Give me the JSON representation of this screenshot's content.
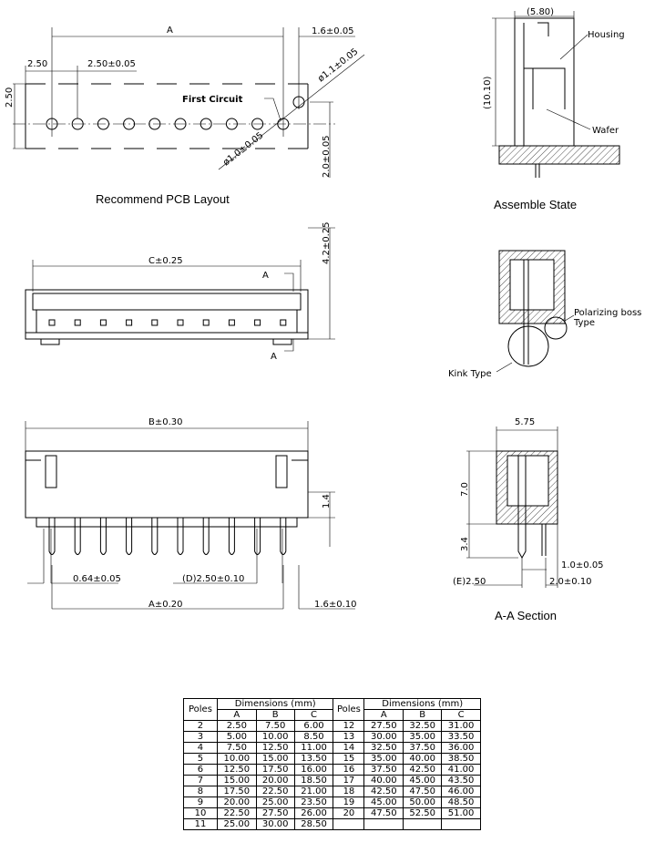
{
  "pcb_layout": {
    "title": "Recommend PCB Layout",
    "dim_a": "A",
    "dim_offset": "1.6±0.05",
    "dim_first_pitch": "2.50",
    "dim_pitch": "2.50±0.05",
    "dim_height": "2.50",
    "dim_row_offset": "2.0±0.05",
    "hole_dia": "ø1.0±0.05",
    "boss_hole_dia": "ø1.1±0.05",
    "first_circuit": "First Circuit"
  },
  "assemble_state": {
    "title": "Assemble State",
    "width": "(5.80)",
    "height": "(10.10)",
    "housing": "Housing",
    "wafer": "Wafer"
  },
  "front_view": {
    "dim_c": "C±0.25",
    "dim_height": "4.2±0.25",
    "section_mark_top": "A",
    "section_mark_bottom": "A"
  },
  "side_detail": {
    "polarizing_line1": "Polarizing boss",
    "polarizing_line2": "Type",
    "kink": "Kink Type"
  },
  "bottom_view": {
    "dim_b": "B±0.30",
    "dim_1_4": "1.4",
    "pin_width": "0.64±0.05",
    "pitch": "(D)2.50±0.10",
    "dim_a": "A±0.20",
    "offset": "1.6±0.10"
  },
  "section_view": {
    "title": "A-A Section",
    "width": "5.75",
    "height": "7.0",
    "pin_length": "3.4",
    "dim_1_0": "1.0±0.05",
    "dim_e": "(E)2.50",
    "dim_2_0": "2.0±0.10"
  },
  "table": {
    "poles_header": "Poles",
    "dimensions_header": "Dimensions  (mm)",
    "col_a": "A",
    "col_b": "B",
    "col_c": "C",
    "left_rows": [
      [
        "2",
        "2.50",
        "7.50",
        "6.00"
      ],
      [
        "3",
        "5.00",
        "10.00",
        "8.50"
      ],
      [
        "4",
        "7.50",
        "12.50",
        "11.00"
      ],
      [
        "5",
        "10.00",
        "15.00",
        "13.50"
      ],
      [
        "6",
        "12.50",
        "17.50",
        "16.00"
      ],
      [
        "7",
        "15.00",
        "20.00",
        "18.50"
      ],
      [
        "8",
        "17.50",
        "22.50",
        "21.00"
      ],
      [
        "9",
        "20.00",
        "25.00",
        "23.50"
      ],
      [
        "10",
        "22.50",
        "27.50",
        "26.00"
      ],
      [
        "11",
        "25.00",
        "30.00",
        "28.50"
      ]
    ],
    "right_rows": [
      [
        "12",
        "27.50",
        "32.50",
        "31.00"
      ],
      [
        "13",
        "30.00",
        "35.00",
        "33.50"
      ],
      [
        "14",
        "32.50",
        "37.50",
        "36.00"
      ],
      [
        "15",
        "35.00",
        "40.00",
        "38.50"
      ],
      [
        "16",
        "37.50",
        "42.50",
        "41.00"
      ],
      [
        "17",
        "40.00",
        "45.00",
        "43.50"
      ],
      [
        "18",
        "42.50",
        "47.50",
        "46.00"
      ],
      [
        "19",
        "45.00",
        "50.00",
        "48.50"
      ],
      [
        "20",
        "47.50",
        "52.50",
        "51.00"
      ]
    ]
  }
}
